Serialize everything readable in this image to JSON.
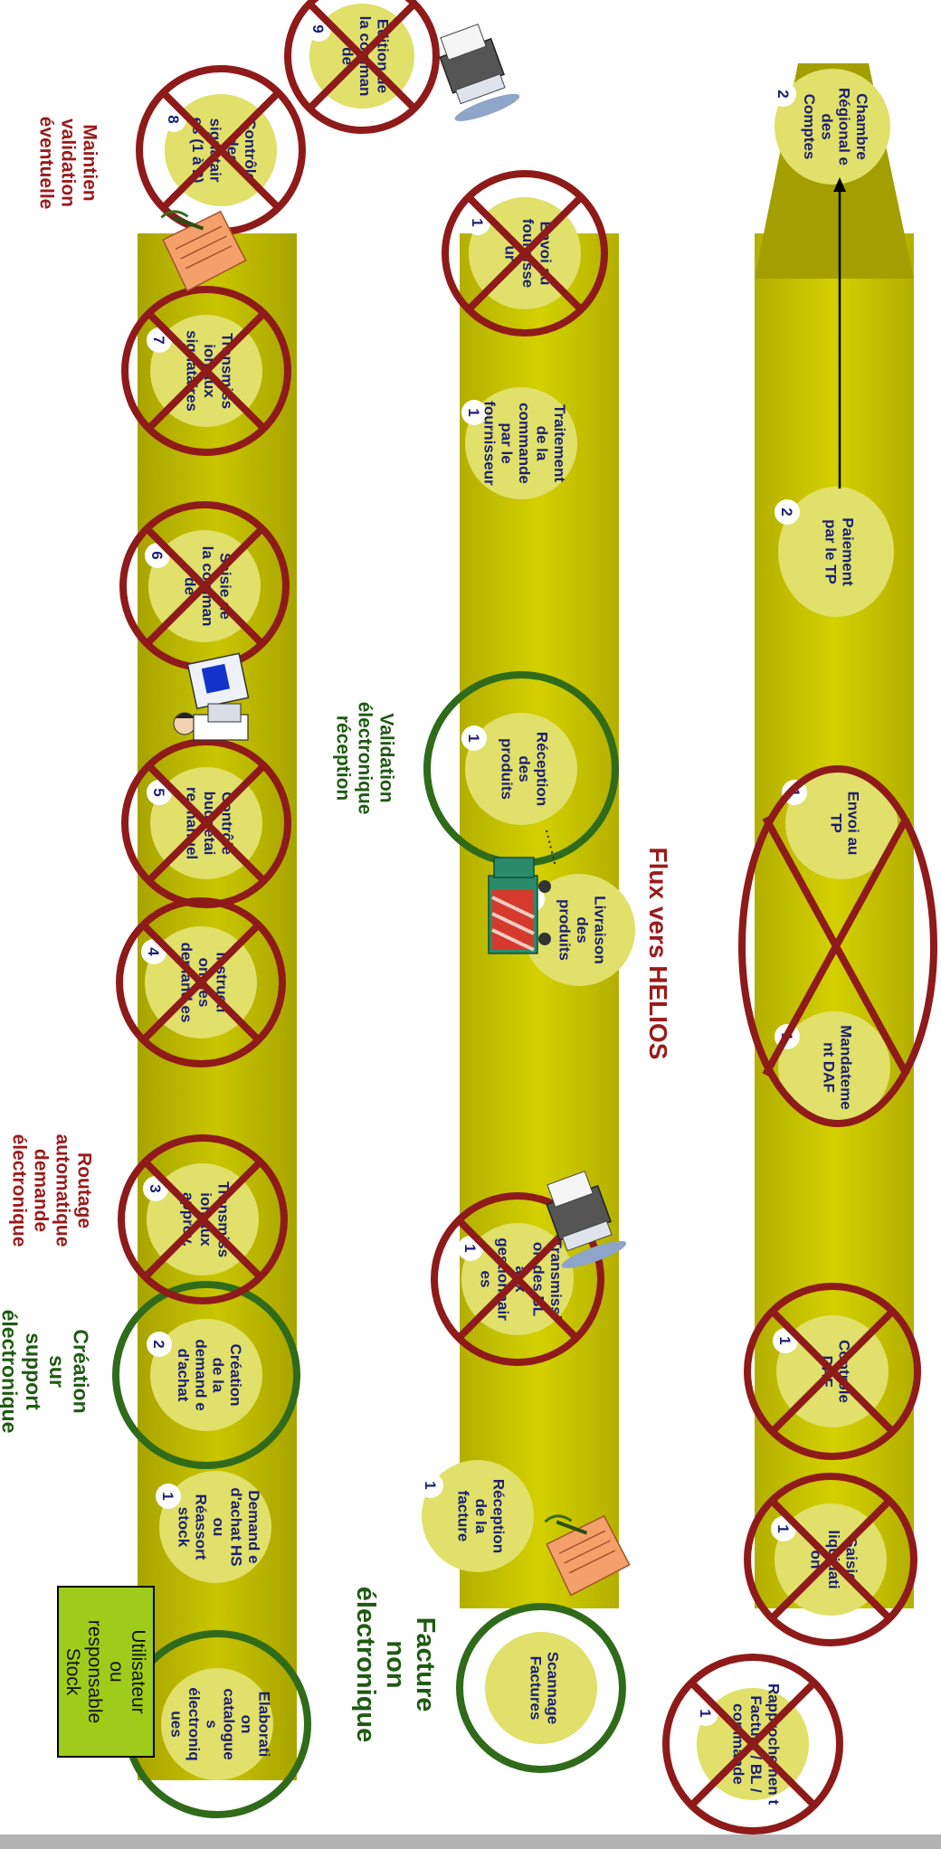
{
  "colors": {
    "lane_band": "#c8c400",
    "lane_dark": "#a39f00",
    "step_bubble": "#e0e06a",
    "step_text": "#1b1f73",
    "cross_red": "#8e1a1a",
    "circle_green": "#2f6b1a",
    "label_red": "#9a1b1b",
    "label_green": "#1f5a12",
    "actor_box": "#9fcc1a",
    "badge": "#ffffff"
  },
  "lanes": [
    {
      "id": "purchase",
      "steps": [
        {
          "num": "",
          "text": "Elaborati on catalogue s électroniq ues",
          "mark": "circle"
        },
        {
          "num": "1",
          "text": "Demand e d'achat HS ou Réassort stock",
          "mark": "none"
        },
        {
          "num": "2",
          "text": "Création de la demand e d'achat",
          "mark": "circle"
        },
        {
          "num": "3",
          "text": "Transmiss ion aux approv.",
          "mark": "cross"
        },
        {
          "num": "4",
          "text": "Instructi on des demand es",
          "mark": "cross"
        },
        {
          "num": "5",
          "text": "Contrôle budgétai re manuel",
          "mark": "cross"
        },
        {
          "num": "6",
          "text": "Saisie de la comman de",
          "mark": "cross"
        },
        {
          "num": "7",
          "text": "Transmiss ion aux signataires",
          "mark": "cross"
        },
        {
          "num": "8",
          "text": "Contrôle des signatair es (1 à 2)",
          "mark": "cross"
        },
        {
          "num": "9",
          "text": "Édition de la comman de",
          "mark": "cross"
        }
      ]
    },
    {
      "id": "supplier",
      "steps": [
        {
          "num": "",
          "text": "Scannage Factures",
          "mark": "circle"
        },
        {
          "num": "1",
          "text": "Réception de la facture",
          "mark": "none"
        },
        {
          "num": "1",
          "text": "Transmissi on des BL aux gestionnair es",
          "mark": "cross"
        },
        {
          "num": "1",
          "text": "Livraison des produits",
          "mark": "none"
        },
        {
          "num": "1",
          "text": "Réception des produits",
          "mark": "circle"
        },
        {
          "num": "1",
          "text": "Traitement de la commande par le fournisseur",
          "mark": "none"
        },
        {
          "num": "1",
          "text": "Envoi au fournisse ur",
          "mark": "cross"
        }
      ]
    },
    {
      "id": "finance",
      "steps": [
        {
          "num": "1",
          "text": "Rapprochemen t Facture / BL / commande",
          "mark": "cross"
        },
        {
          "num": "1",
          "text": "Saisie liquidati on",
          "mark": "cross"
        },
        {
          "num": "1",
          "text": "Contrôle DAF",
          "mark": "cross"
        },
        {
          "num": "1",
          "text": "Mandateme nt DAF",
          "mark": "none"
        },
        {
          "num": "1",
          "text": "Envoi au TP",
          "mark": "none"
        },
        {
          "num": "2",
          "text": "Paiement par le TP",
          "mark": "none"
        },
        {
          "num": "2",
          "text": "Chambre Régional e des Comptes",
          "mark": "none"
        }
      ]
    }
  ],
  "labels": {
    "actor": "Utilisateur ou responsable Stock",
    "creation": "Création sur support électronique",
    "routage": "Routage automatique demande électronique",
    "maintien": "Maintien validation éventuelle",
    "validation": "Validation électronique réception",
    "facture": "Facture non électronique",
    "flux": "Flux vers HELIOS"
  },
  "icons": [
    "person-at-computer-icon",
    "printer-icon",
    "document-icon",
    "truck-icon"
  ]
}
